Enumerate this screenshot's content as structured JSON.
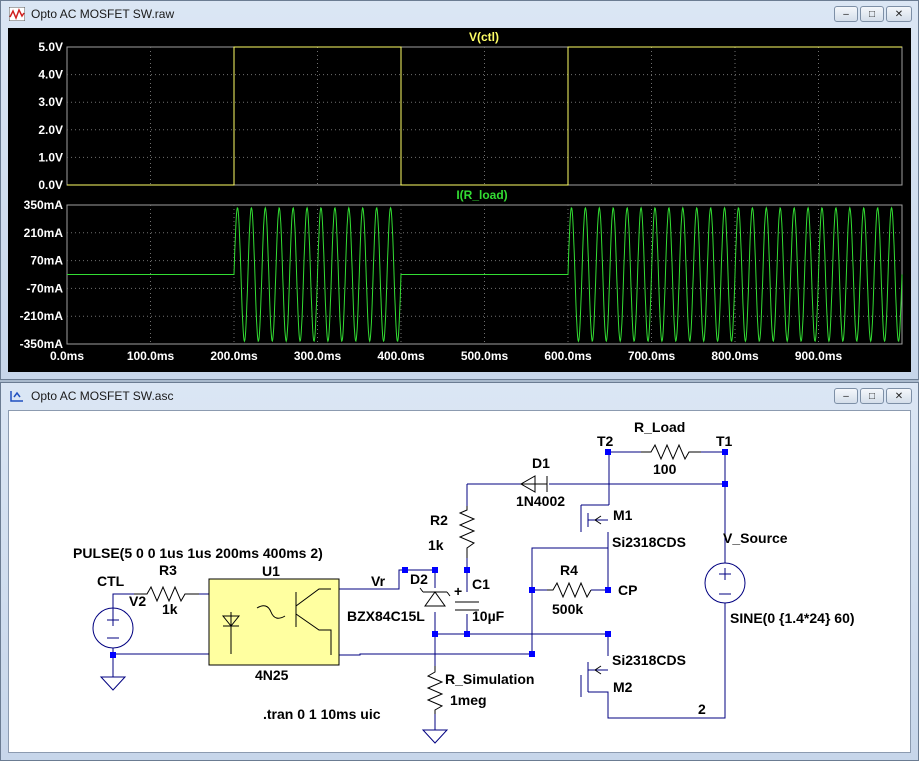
{
  "waveform_window": {
    "title": "Opto AC MOSFET SW.raw",
    "controls": {
      "minimize": "–",
      "maximize": "□",
      "close": "✕"
    },
    "pane1": {
      "trace_label": "V(ctl)",
      "trace_color": "#ffff66",
      "y_ticks": [
        "5.0V",
        "4.0V",
        "3.0V",
        "2.0V",
        "1.0V",
        "0.0V"
      ]
    },
    "pane2": {
      "trace_label": "I(R_load)",
      "trace_color": "#33dd33",
      "y_ticks": [
        "350mA",
        "210mA",
        "70mA",
        "-70mA",
        "-210mA",
        "-350mA"
      ]
    },
    "x_ticks": [
      "0.0ms",
      "100.0ms",
      "200.0ms",
      "300.0ms",
      "400.0ms",
      "500.0ms",
      "600.0ms",
      "700.0ms",
      "800.0ms",
      "900.0ms"
    ]
  },
  "schematic_window": {
    "title": "Opto AC MOSFET SW.asc",
    "controls": {
      "minimize": "–",
      "maximize": "□",
      "close": "✕"
    },
    "labels": {
      "pulse": "PULSE(5 0 0 1us 1us 200ms 400ms 2)",
      "ctl": "CTL",
      "v2": "V2",
      "r3": "R3",
      "r3_val": "1k",
      "u1": "U1",
      "u1_part": "4N25",
      "vr": "Vr",
      "d2": "D2",
      "d2_part": "BZX84C15L",
      "r2": "R2",
      "r2_val": "1k",
      "c1": "C1",
      "c1_val": "10µF",
      "d1": "D1",
      "d1_part": "1N4002",
      "r_load": "R_Load",
      "r_load_val": "100",
      "t2": "T2",
      "t1": "T1",
      "m1": "M1",
      "m1_part": "Si2318CDS",
      "m2": "M2",
      "m2_part": "Si2318CDS",
      "r4": "R4",
      "r4_val": "500k",
      "cp": "CP",
      "v_source": "V_Source",
      "sine": "SINE(0 {1.4*24} 60)",
      "r_sim": "R_Simulation",
      "r_sim_val": "1meg",
      "node2": "2",
      "tran": ".tran 0 1 10ms uic",
      "plus": "+"
    }
  },
  "chart_data": [
    {
      "type": "line",
      "title": "V(ctl)",
      "xlabel": "",
      "ylabel": "",
      "xlim": [
        0,
        1000
      ],
      "ylim": [
        0,
        5
      ],
      "series": [
        {
          "name": "V(ctl)",
          "x": [
            0,
            200,
            200,
            400,
            400,
            600,
            600,
            1000
          ],
          "y": [
            0,
            0,
            5,
            5,
            0,
            0,
            5,
            5
          ]
        }
      ]
    },
    {
      "type": "line",
      "title": "I(R_load)",
      "xlabel": "",
      "ylabel": "",
      "xlim": [
        0,
        1000
      ],
      "ylim": [
        -350,
        350
      ],
      "series": [
        {
          "name": "I(R_load)",
          "amplitude": 336,
          "frequency_hz": 60,
          "on_intervals_ms": [
            [
              200,
              400
            ],
            [
              600,
              1000
            ]
          ],
          "off_value": 0
        }
      ]
    }
  ]
}
